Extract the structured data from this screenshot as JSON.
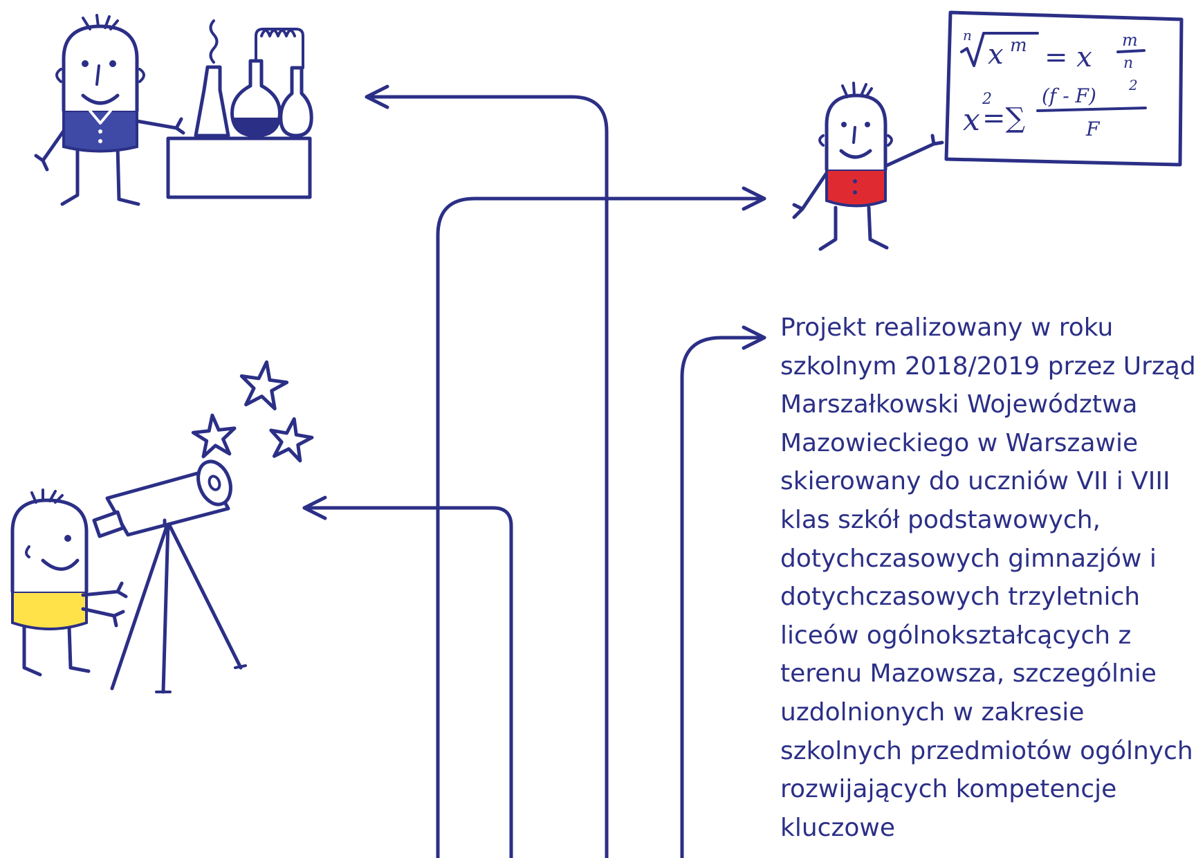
{
  "colors": {
    "ink": "#2b2f86",
    "accent_blue": "#3f4aa6",
    "accent_red": "#e02a32",
    "accent_yellow": "#ffe24a",
    "background": "#ffffff"
  },
  "formulas": {
    "line1_root_index": "n",
    "line1_radicand": "x",
    "line1_radicand_exp": "m",
    "line1_equals": "= x",
    "line1_frac_num": "m",
    "line1_frac_den": "n",
    "line2_lhs": "x",
    "line2_lhs_exp": "2",
    "line2_sum": "=∑",
    "line2_frac_num": "(f - F)",
    "line2_frac_num_exp": "2",
    "line2_frac_den": "F"
  },
  "description": {
    "lines": [
      "Projekt realizowany w roku",
      "szkolnym 2018/2019 przez Urząd",
      "Marszałkowski Województwa",
      "Mazowieckiego w Warszawie",
      "skierowany do uczniów VII i VIII",
      "klas szkół podstawowych,",
      "dotychczasowych gimnazjów i",
      "dotychczasowych trzyletnich",
      "liceów ogólnokształcących z",
      "terenu Mazowsza, szczególnie",
      "uzdolnionych w zakresie",
      "szkolnych przedmiotów ogólnych",
      "rozwijających kompetencje",
      "kluczowe"
    ]
  },
  "icons": {
    "chemist": "chemist-illustration",
    "mathematician": "mathematician-illustration",
    "astronomer": "astronomer-illustration"
  }
}
